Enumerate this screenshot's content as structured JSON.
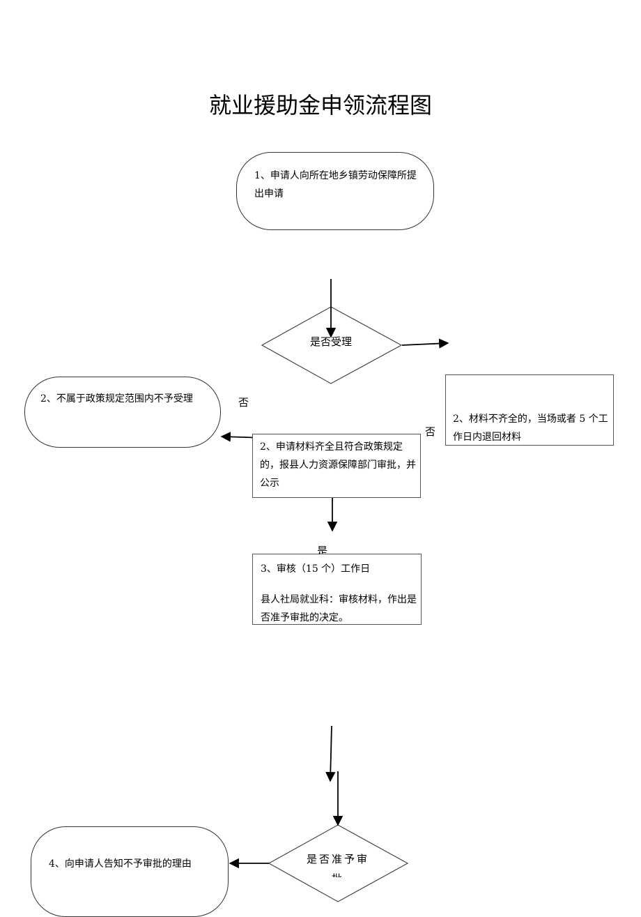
{
  "title": "就业援助金申领流程图",
  "nodes": {
    "apply": "1、申请人向所在地乡镇劳动保障所提出申请",
    "accept_decision": "是否受理",
    "not_in_scope": "2、不属于政策规定范围内不予受理",
    "materials_incomplete": "2、材料不齐全的，当场或者 5 个工作日内退回材料",
    "materials_complete": "2、申请材料齐全且符合政策规定的，报县人力资源保障部门审批，并公示",
    "review_heading": "3、审核（15 个）工作日",
    "review_body": "县人社局就业科：审核材料，作出是否准予审批的决定。",
    "approve_decision": "是否准予审批",
    "notify_reject": "4、向申请人告知不予审批的理由"
  },
  "edge_labels": {
    "no_left": "否",
    "no_right": "否",
    "yes": "是"
  }
}
